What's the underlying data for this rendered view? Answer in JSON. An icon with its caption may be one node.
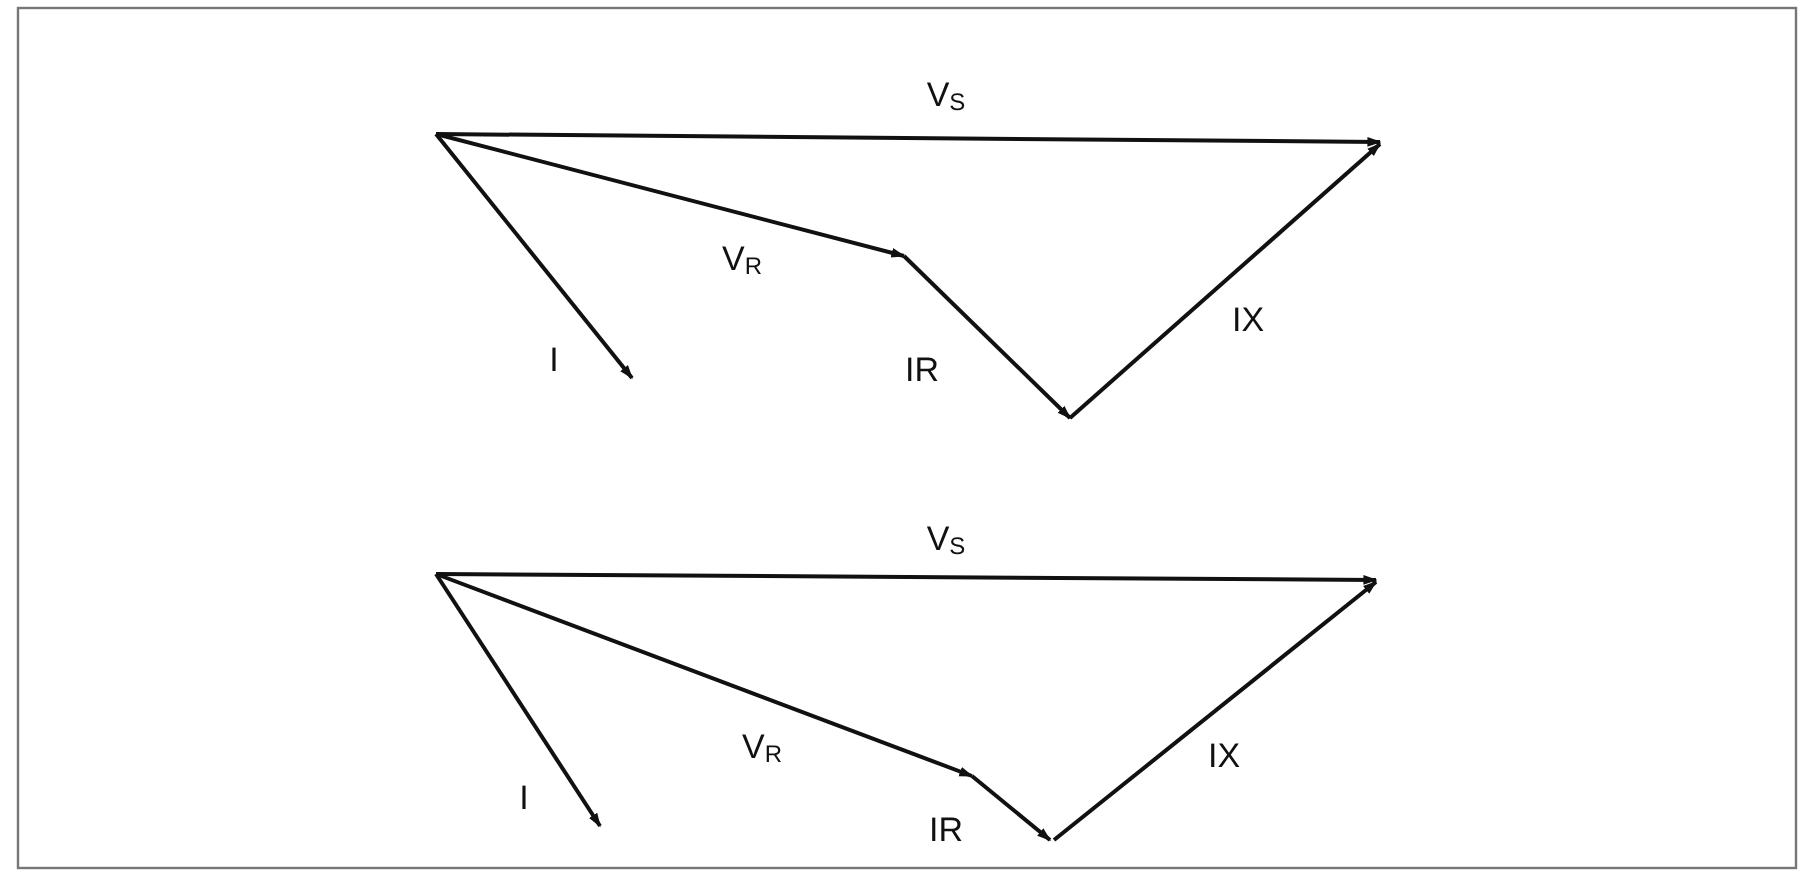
{
  "diagram": {
    "labels": [
      "V$_{S}$",
      "V$_{R}$",
      "I",
      "IR",
      "IX",
      "V$_{S}$",
      "V$_{R}$",
      "I",
      "IR",
      "IX"
    ]
  }
}
